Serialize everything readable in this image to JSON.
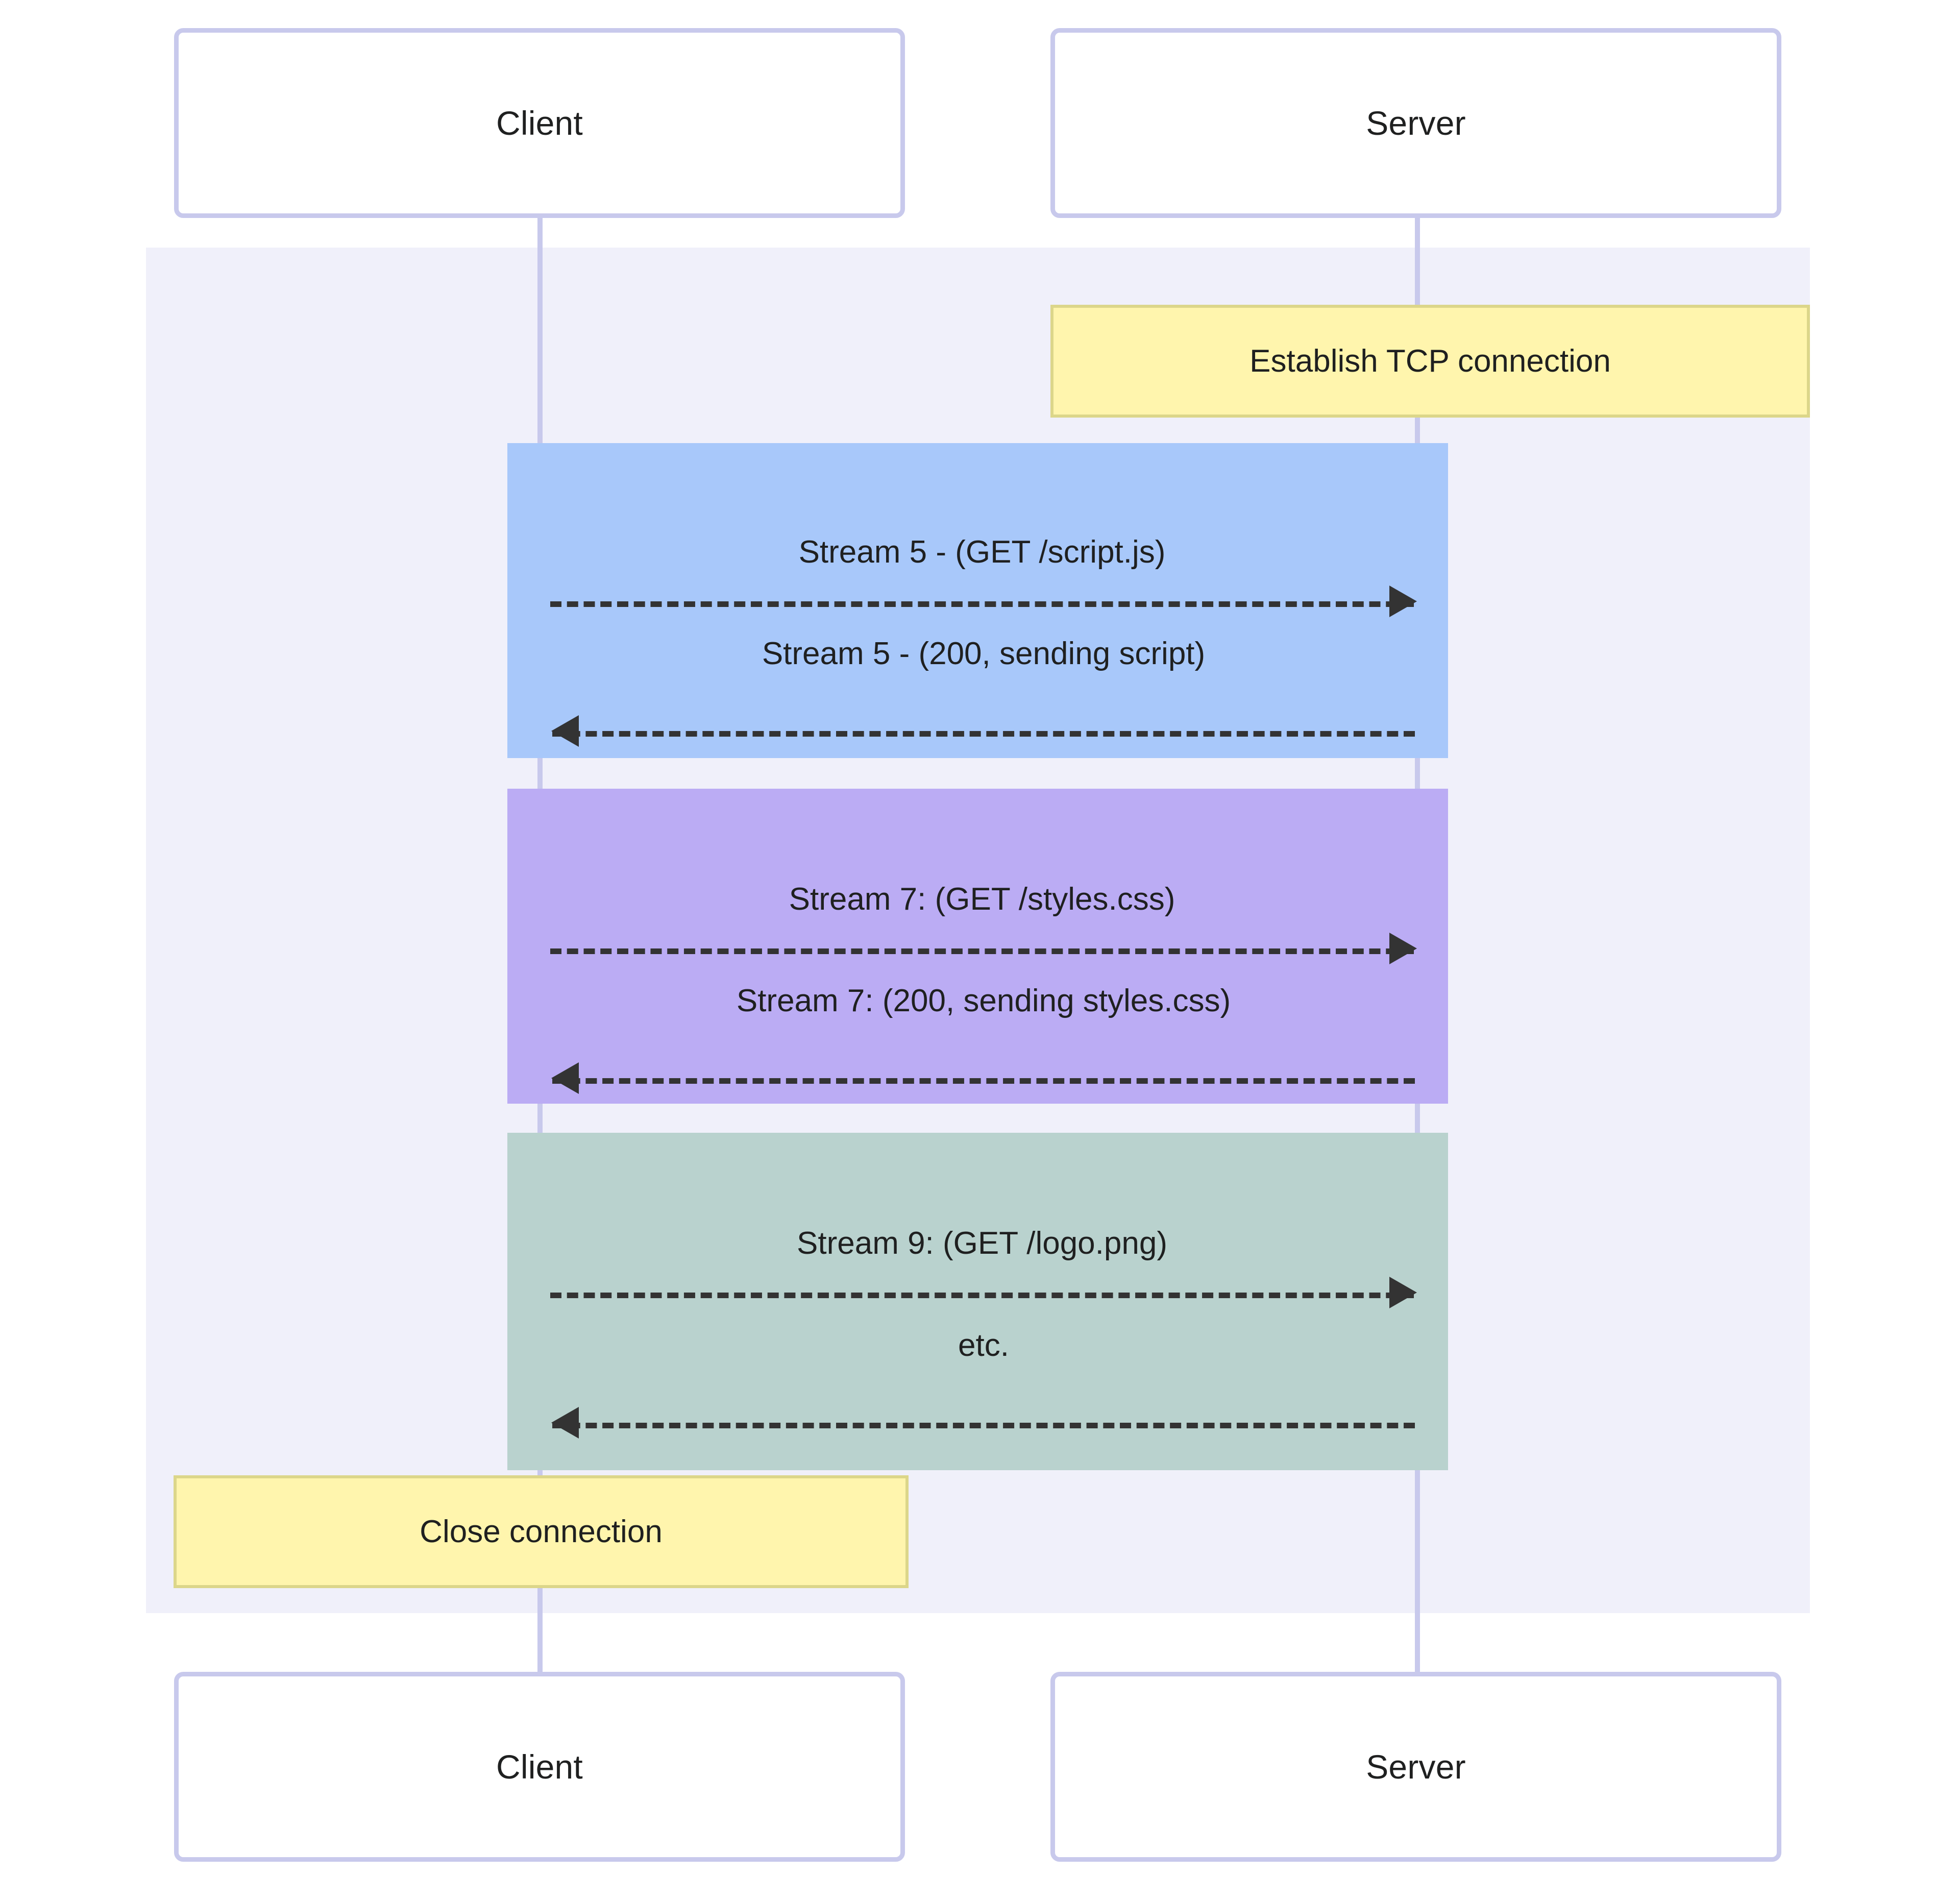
{
  "diagram": {
    "type": "sequence-diagram",
    "background_color": "#ffffff",
    "group_rect_color": "#f0f0fa",
    "lifeline_color": "#c8c9ec"
  },
  "actors": {
    "client": {
      "label": "Client",
      "lifeline_color": "#c8c9ec"
    },
    "server": {
      "label": "Server",
      "lifeline_color": "#c8c9ec"
    }
  },
  "notes": [
    {
      "label": "Establish TCP connection",
      "color": "#fff5ad",
      "border_color": "#dcd68a",
      "side": "right-of-server"
    },
    {
      "label": "Close connection",
      "color": "#fff5ad",
      "border_color": "#dcd68a",
      "side": "left-of-client"
    }
  ],
  "blocks": [
    {
      "name": "stream-5",
      "color": "#a8c8fa"
    },
    {
      "name": "stream-7",
      "color": "#bbacf4"
    },
    {
      "name": "stream-9",
      "color": "#b9d2ce"
    }
  ],
  "messages": [
    {
      "id": "m1",
      "label": "Stream 5 - (GET /script.js)",
      "direction": "client-to-server",
      "style": "dashed"
    },
    {
      "id": "m2",
      "label": "Stream 5 - (200, sending script)",
      "direction": "server-to-client",
      "style": "dashed"
    },
    {
      "id": "m3",
      "label": "Stream 7: (GET /styles.css)",
      "direction": "client-to-server",
      "style": "dashed"
    },
    {
      "id": "m4",
      "label": "Stream 7: (200, sending styles.css)",
      "direction": "server-to-client",
      "style": "dashed"
    },
    {
      "id": "m5",
      "label": "Stream 9: (GET /logo.png)",
      "direction": "client-to-server",
      "style": "dashed"
    },
    {
      "id": "m6",
      "label": "etc.",
      "direction": "server-to-client",
      "style": "dashed"
    }
  ]
}
